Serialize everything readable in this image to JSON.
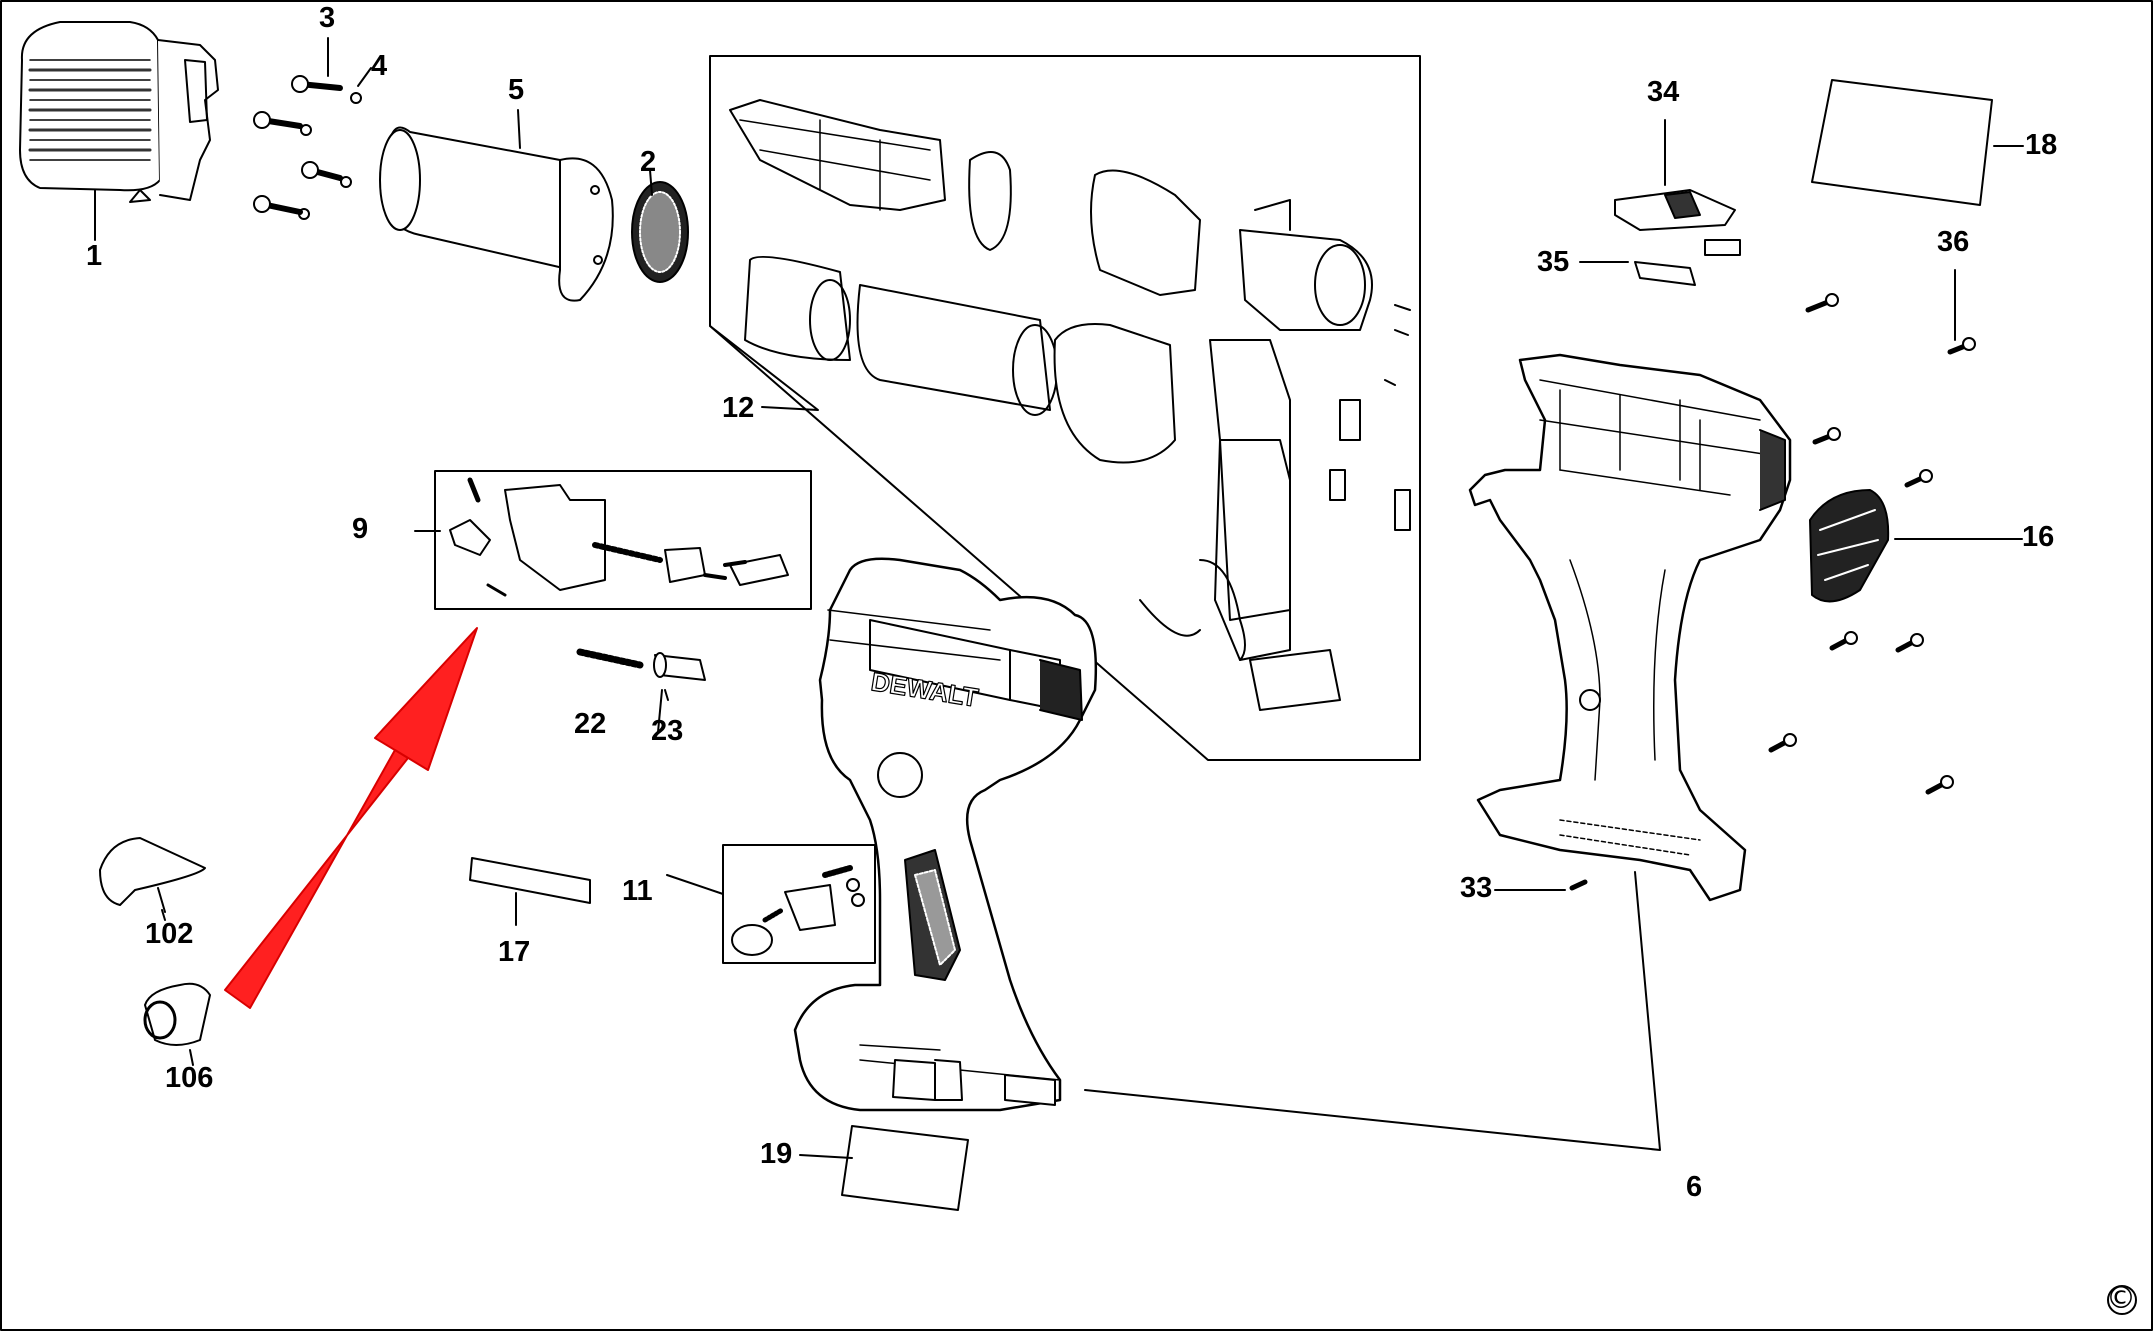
{
  "diagram": {
    "brand_text": "DEWALT",
    "copyright_symbol": "©",
    "accent_arrow_color": "#ff2020",
    "parts": [
      {
        "id": "p1",
        "number": "1"
      },
      {
        "id": "p2",
        "number": "2"
      },
      {
        "id": "p3",
        "number": "3"
      },
      {
        "id": "p4",
        "number": "4"
      },
      {
        "id": "p5",
        "number": "5"
      },
      {
        "id": "p6",
        "number": "6"
      },
      {
        "id": "p9",
        "number": "9"
      },
      {
        "id": "p11",
        "number": "11"
      },
      {
        "id": "p12",
        "number": "12"
      },
      {
        "id": "p16",
        "number": "16"
      },
      {
        "id": "p17",
        "number": "17"
      },
      {
        "id": "p18",
        "number": "18"
      },
      {
        "id": "p19",
        "number": "19"
      },
      {
        "id": "p22",
        "number": "22"
      },
      {
        "id": "p23",
        "number": "23"
      },
      {
        "id": "p33",
        "number": "33"
      },
      {
        "id": "p34",
        "number": "34"
      },
      {
        "id": "p35",
        "number": "35"
      },
      {
        "id": "p36",
        "number": "36"
      },
      {
        "id": "p102",
        "number": "102"
      },
      {
        "id": "p106",
        "number": "106"
      }
    ]
  }
}
